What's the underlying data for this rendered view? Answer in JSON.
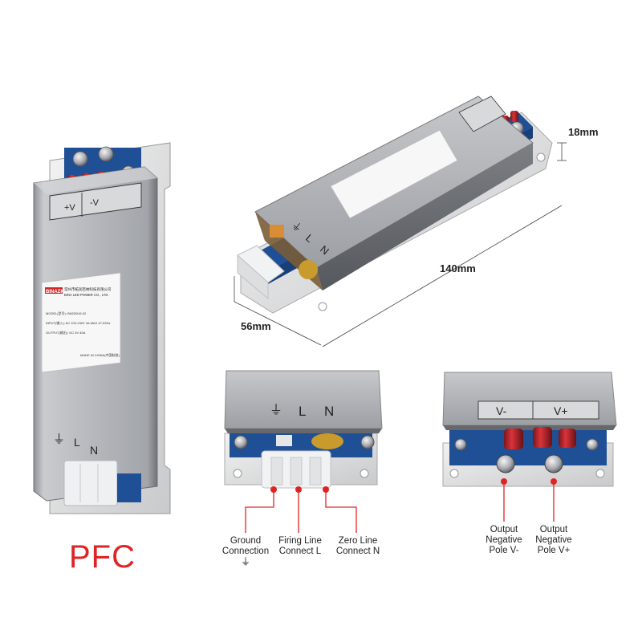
{
  "product": {
    "title": "PFC",
    "title_color": "#e02424"
  },
  "dimensions": {
    "height": "18mm",
    "length": "140mm",
    "width": "56mm"
  },
  "case_markings": {
    "terminal_plus": "+V",
    "terminal_minus": "-V",
    "ground": "⏚",
    "line": "L",
    "neutral": "N"
  },
  "label": {
    "brand": "BINAZK",
    "company_cn": "常州市拓润百纳科技有限公司",
    "company_en": "BINA LED POWER CO., LTD.",
    "model": "MODEL(型号): BN200U5-02",
    "input": "INPUT(输入): AC 100-240V 3A MAX 47-63Hz",
    "output": "OUTPUT(输出): DC 5V 40A",
    "made_in": "MADE IN CHINA(中国制造)"
  },
  "input_closeup": {
    "markings": [
      "⏚",
      "L",
      "N"
    ],
    "callouts": [
      {
        "line1": "Ground",
        "line2": "Connection",
        "symbol": "⏚"
      },
      {
        "line1": "Firing Line",
        "line2": "Connect L"
      },
      {
        "line1": "Zero Line",
        "line2": "Connect N"
      }
    ]
  },
  "output_closeup": {
    "markings": [
      "V-",
      "V+"
    ],
    "callouts": [
      {
        "line1": "Output",
        "line2": "Negative",
        "line3": "Pole V-"
      },
      {
        "line1": "Output",
        "line2": "Negative",
        "line3": "Pole V+"
      }
    ]
  },
  "colors": {
    "accent_red": "#e02424",
    "case_silver": "#b9bcc0",
    "pcb_blue": "#1f4f95"
  }
}
